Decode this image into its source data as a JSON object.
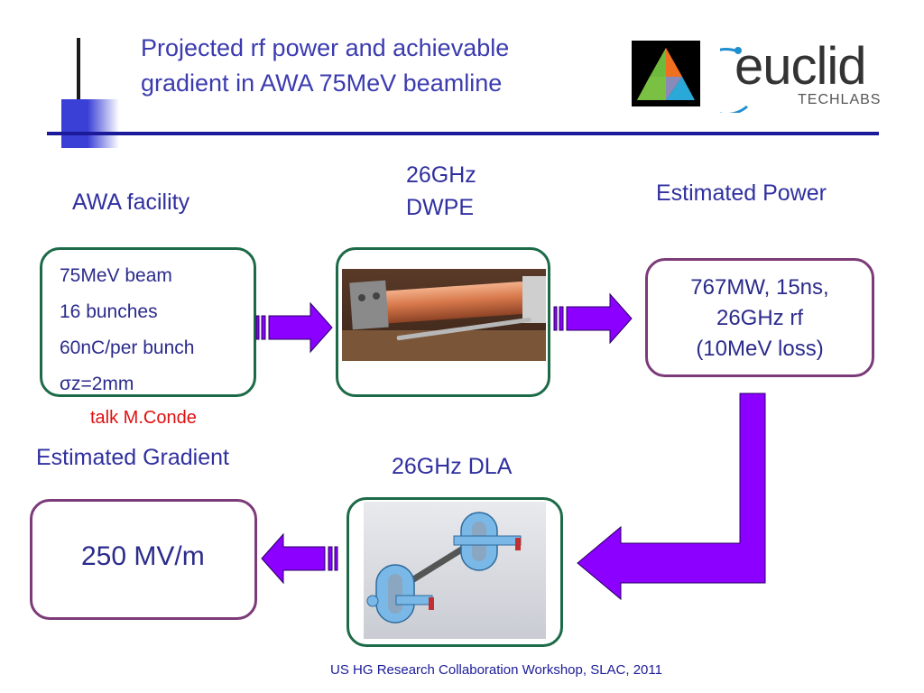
{
  "header": {
    "title_line1": "Projected rf power and achievable",
    "title_line2": "gradient in AWA 75MeV beamline"
  },
  "logos": {
    "euclid_main": "euclid",
    "euclid_sub": "TECHLABS"
  },
  "labels": {
    "awa_facility": "AWA facility",
    "dwpe_line1": "26GHz",
    "dwpe_line2": "DWPE",
    "estimated_power": "Estimated Power",
    "estimated_gradient": "Estimated Gradient",
    "dla": "26GHz DLA"
  },
  "awa_box": {
    "items": [
      "75MeV beam",
      "16 bunches",
      "60nC/per bunch",
      "σz=2mm"
    ]
  },
  "power_box": {
    "line1": "767MW, 15ns,",
    "line2": "26GHz rf",
    "line3": "(10MeV loss)"
  },
  "talk_note": "talk M.Conde",
  "gradient_box": {
    "value": "250 MV/m"
  },
  "footer": "US HG Research Collaboration Workshop, SLAC, 2011",
  "colors": {
    "title_blue": "#3b3bb0",
    "arrow_purple": "#8b00ff",
    "box_green": "#1c6a47",
    "box_purple": "#7b3b78",
    "note_red": "#e01010"
  },
  "icons": {
    "anl_logo": "argonne-triangle-logo",
    "euclid_logo": "euclid-techlabs-logo",
    "dwpe_photo": "dwpe-structure-photo",
    "dla_render": "dla-structure-render"
  }
}
